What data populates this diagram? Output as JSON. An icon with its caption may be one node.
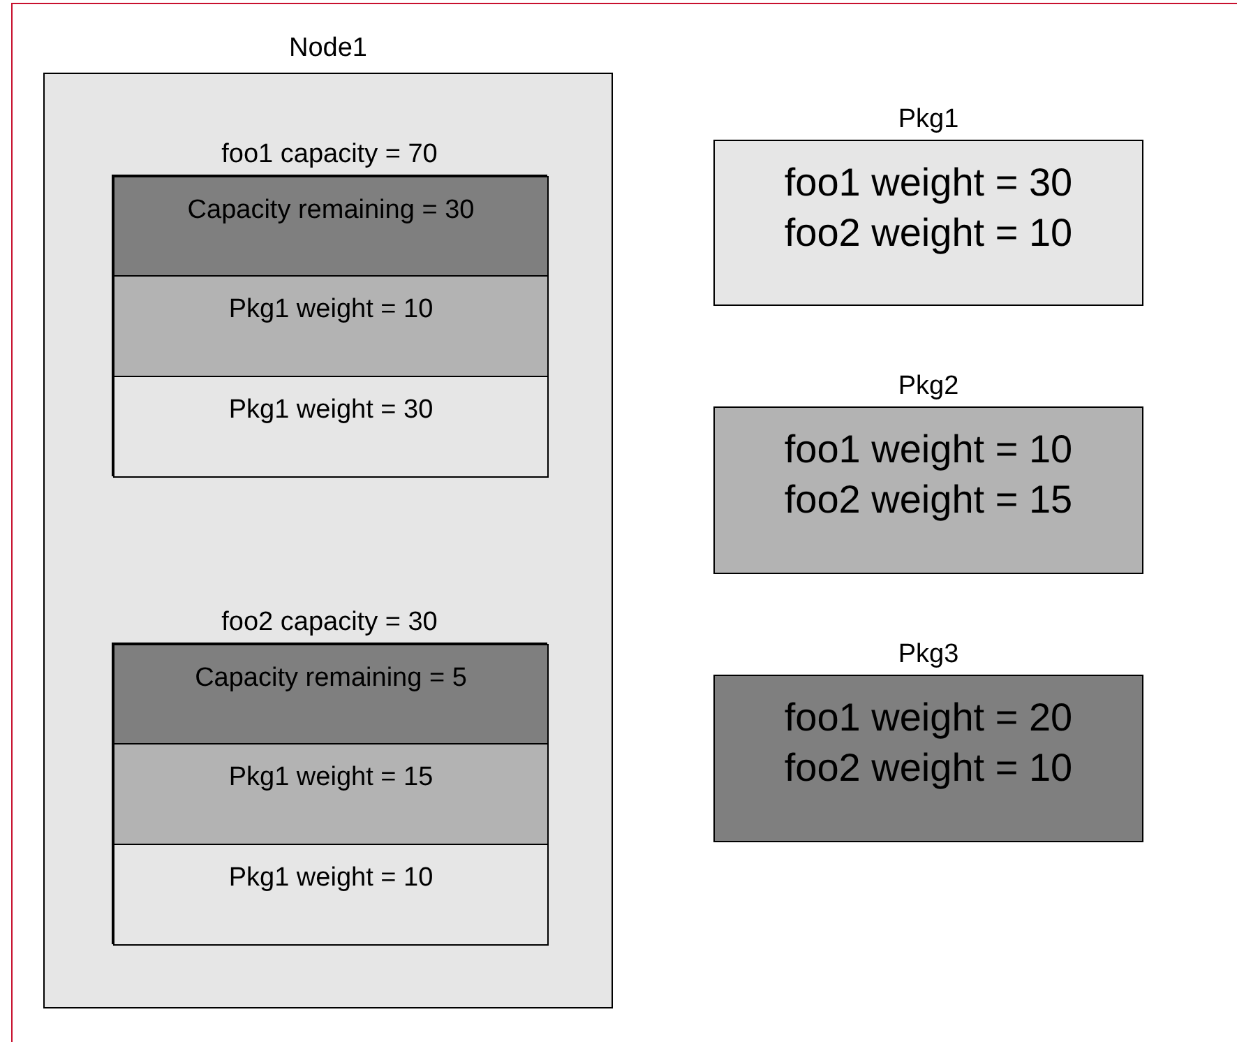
{
  "diagram": {
    "nodes": [
      {
        "text": [
          "Node1"
        ]
      },
      {
        "text": [
          "foo1 capacity = 70"
        ],
        "in": 0
      },
      {
        "text": [
          "Capacity remaining = 30"
        ],
        "in": 1
      },
      {
        "text": [
          "Pkg1 weight = 10"
        ],
        "in": 1
      },
      {
        "text": [
          "Pkg1 weight = 30"
        ],
        "in": 1
      },
      {
        "text": [
          "foo2 capacity = 30"
        ],
        "in": 0
      },
      {
        "text": [
          "Capacity remaining = 5"
        ],
        "in": 5
      },
      {
        "text": [
          "Pkg1 weight = 15"
        ],
        "in": 5
      },
      {
        "text": [
          "Pkg1 weight = 10"
        ],
        "in": 5
      },
      {
        "text": [
          "Pkg1",
          "foo1 weight = 30",
          "foo2 weight = 10"
        ]
      },
      {
        "text": [
          "Pkg2",
          "foo1 weight = 10",
          "foo2 weight = 15"
        ]
      },
      {
        "text": [
          "Pkg3",
          "foo1 weight = 20",
          "foo2 weight = 10"
        ]
      }
    ]
  }
}
